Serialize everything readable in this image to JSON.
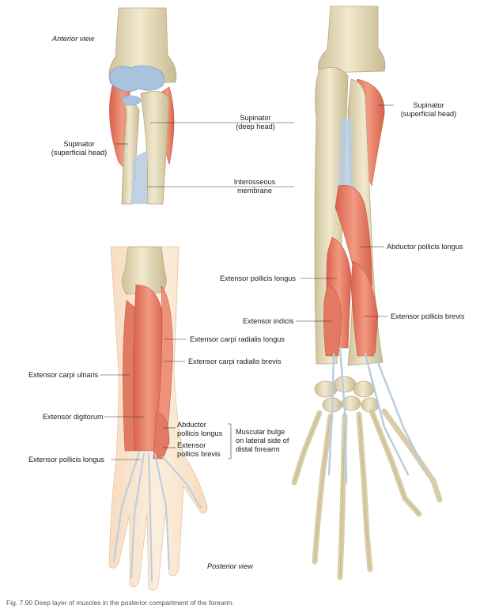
{
  "views": {
    "anterior": "Anterior view",
    "posterior": "Posterior view"
  },
  "labels": {
    "supinator_deep_1": "Supinator",
    "supinator_deep_2": "(deep head)",
    "supinator_sup_left_1": "Supinator",
    "supinator_sup_left_2": "(superficial head)",
    "supinator_sup_right_1": "Supinator",
    "supinator_sup_right_2": "(superficial head)",
    "interosseous_1": "Interosseous",
    "interosseous_2": "membrane",
    "abductor_pollicis_longus": "Abductor pollicis longus",
    "extensor_pollicis_longus_right": "Extensor pollicis longus",
    "extensor_indicis": "Extensor indicis",
    "extensor_pollicis_brevis_right": "Extensor pollicis brevis",
    "ecr_longus": "Extensor carpi radialis longus",
    "ecr_brevis": "Extensor carpi radialis brevis",
    "extensor_carpi_ulnaris": "Extensor carpi ulnaris",
    "extensor_digitorum": "Extensor digitorum",
    "abductor_pl_1": "Abductor",
    "abductor_pl_2": "pollicis longus",
    "extensor_pb_1": "Extensor",
    "extensor_pb_2": "pollicis brevis",
    "bulge_1": "Muscular bulge",
    "bulge_2": "on lateral side of",
    "bulge_3": "distal forearm",
    "extensor_pollicis_longus_left": "Extensor pollicis longus"
  },
  "caption": "Fig. 7.90 Deep layer of muscles in the posterior compartment of the forearm.",
  "colors": {
    "bone": "#e9e0c2",
    "bone_shade": "#cfc19a",
    "muscle": "#ec8a74",
    "muscle_dark": "#d9614b",
    "tendon": "#b9cde0",
    "cartilage": "#a7c3de",
    "skin": "#fae6cf"
  }
}
